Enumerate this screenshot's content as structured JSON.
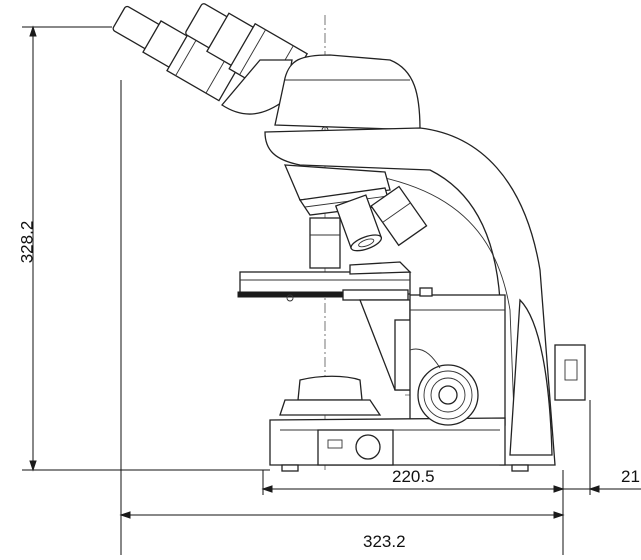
{
  "dimensions": {
    "height_total": "328.2",
    "base_depth": "220.5",
    "overall_depth": "323.2",
    "side_offset": "21"
  }
}
